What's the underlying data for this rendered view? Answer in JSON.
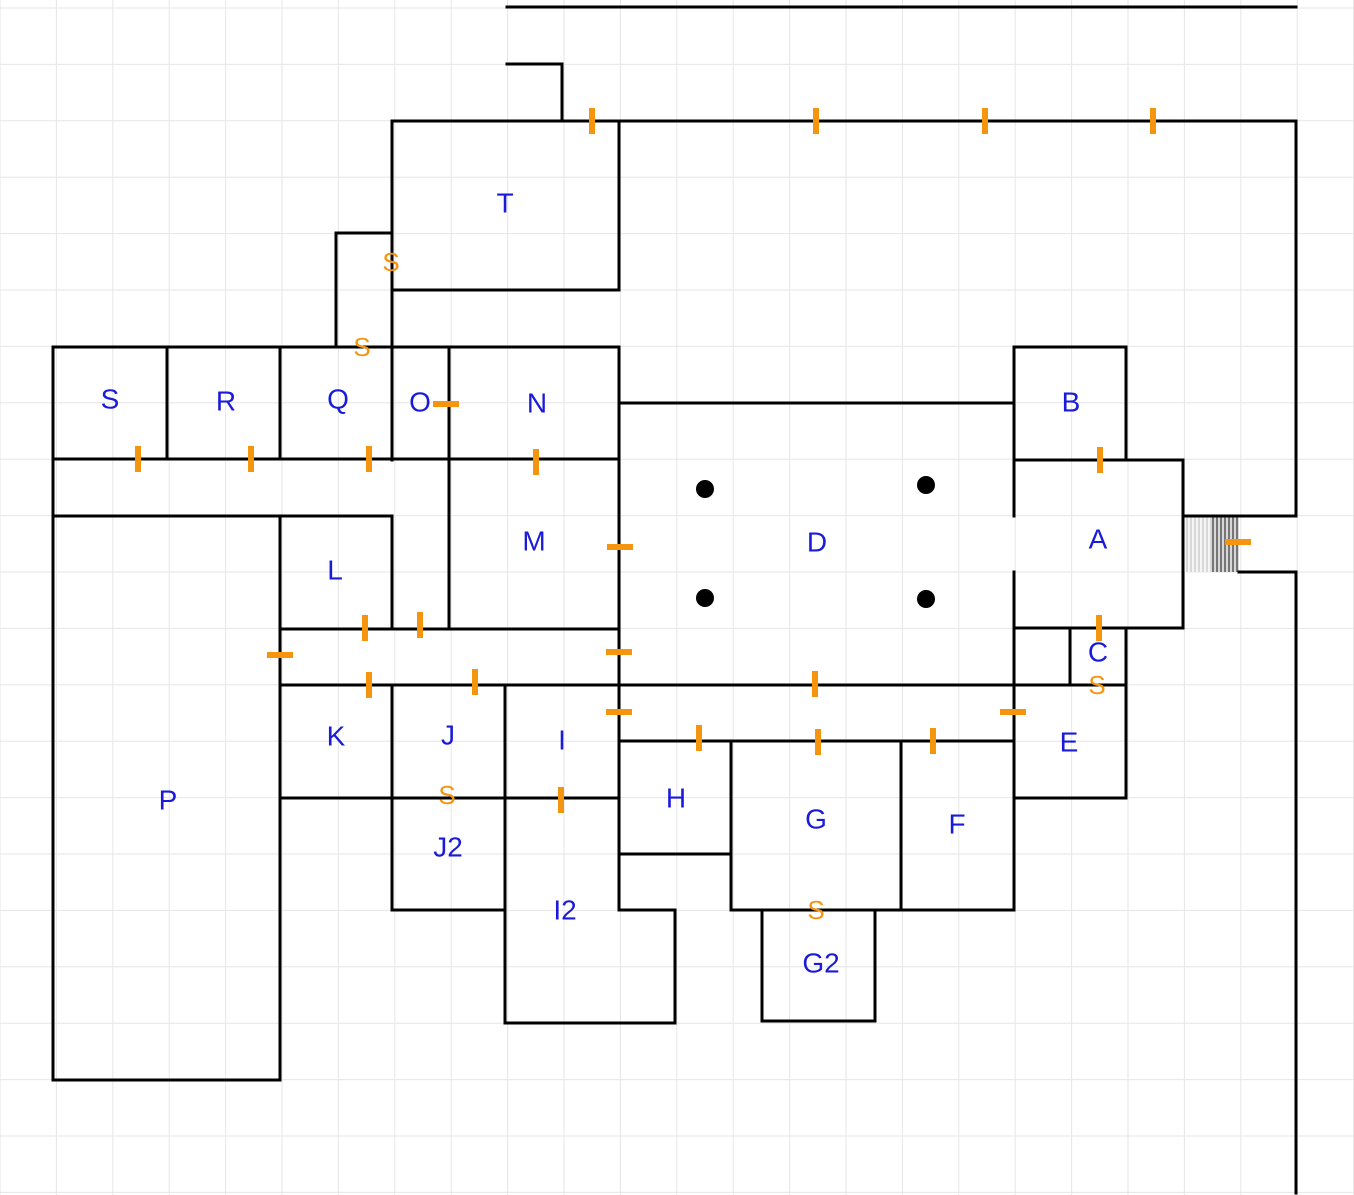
{
  "map": {
    "colors": {
      "wall": "#000000",
      "door": "#f5950f",
      "room_label": "#1a1adb",
      "secret_door": "#f5950f",
      "grid": "#e6e6e6",
      "pillar": "#000000"
    },
    "icons": {
      "door": "door-marker-icon",
      "pillar": "pillar-icon",
      "stairs": "stairs-icon"
    },
    "rooms": [
      {
        "id": "t",
        "label": "T"
      },
      {
        "id": "s",
        "label": "S"
      },
      {
        "id": "r",
        "label": "R"
      },
      {
        "id": "q",
        "label": "Q"
      },
      {
        "id": "o",
        "label": "O"
      },
      {
        "id": "n",
        "label": "N"
      },
      {
        "id": "b",
        "label": "B"
      },
      {
        "id": "m",
        "label": "M"
      },
      {
        "id": "d",
        "label": "D"
      },
      {
        "id": "a",
        "label": "A"
      },
      {
        "id": "l",
        "label": "L"
      },
      {
        "id": "c",
        "label": "C"
      },
      {
        "id": "k",
        "label": "K"
      },
      {
        "id": "j",
        "label": "J"
      },
      {
        "id": "i",
        "label": "I"
      },
      {
        "id": "e",
        "label": "E"
      },
      {
        "id": "p",
        "label": "P"
      },
      {
        "id": "h",
        "label": "H"
      },
      {
        "id": "g",
        "label": "G"
      },
      {
        "id": "f",
        "label": "F"
      },
      {
        "id": "j2",
        "label": "J2"
      },
      {
        "id": "i2",
        "label": "I2"
      },
      {
        "id": "g2",
        "label": "G2"
      }
    ],
    "secret_door_label": "S"
  }
}
